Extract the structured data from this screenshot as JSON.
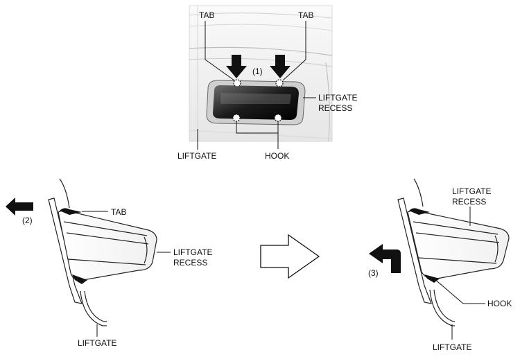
{
  "top_view": {
    "tab_left": "TAB",
    "tab_right": "TAB",
    "step_1": "(1)",
    "liftgate_recess_line1": "LIFTGATE",
    "liftgate_recess_line2": "RECESS",
    "hook": "HOOK",
    "liftgate": "LIFTGATE"
  },
  "left_view": {
    "step_2": "(2)",
    "tab": "TAB",
    "liftgate_recess_line1": "LIFTGATE",
    "liftgate_recess_line2": "RECESS",
    "liftgate": "LIFTGATE"
  },
  "right_view": {
    "liftgate_recess_line1": "LIFTGATE",
    "liftgate_recess_line2": "RECESS",
    "step_3": "(3)",
    "hook": "HOOK",
    "liftgate": "LIFTGATE"
  },
  "colors": {
    "ink": "#111111",
    "panel_light": "#f3f3f3",
    "panel_shade": "#d9d9d9",
    "recess_dark": "#1a1a1a"
  },
  "icons": [
    "arrow-down-icon",
    "arrow-left-icon",
    "arrow-right-outline-icon",
    "arrow-up-left-icon",
    "hook-circle-icon",
    "tab-circle-icon"
  ]
}
